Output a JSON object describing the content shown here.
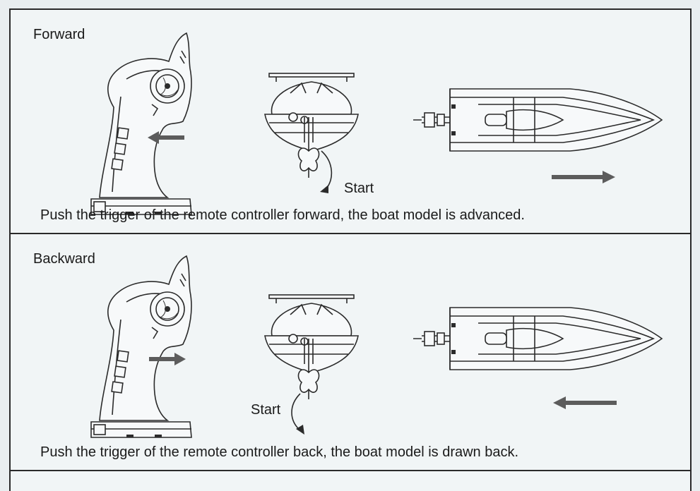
{
  "sections": {
    "forward": {
      "heading": "Forward",
      "start_label": "Start",
      "caption": "Push the trigger of the remote controller forward, the boat model is advanced."
    },
    "backward": {
      "heading": "Backward",
      "start_label": "Start",
      "caption": "Push the trigger of the remote controller back, the boat model is drawn back."
    }
  },
  "colors": {
    "line": "#2b2b2b",
    "arrow": "#5c5c5c",
    "background": "#e9eef0"
  },
  "icons": [
    "remote-controller-icon",
    "boat-rear-view-icon",
    "boat-top-view-icon",
    "direction-arrow-icon",
    "rotation-arrow-icon"
  ]
}
